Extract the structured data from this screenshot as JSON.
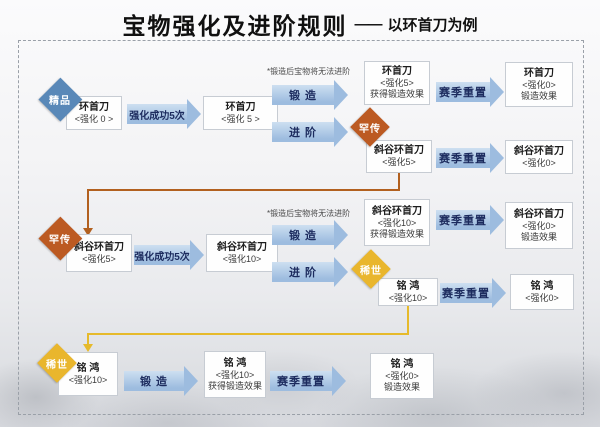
{
  "title": {
    "main": "宝物强化及进阶规则",
    "dash": "——",
    "sub": "以环首刀为例"
  },
  "note": "*锻造后宝物将无法进阶",
  "labels": {
    "enhance": "强化成功5次",
    "forge": "锻 造",
    "advance": "进 阶",
    "reset": "赛季重置"
  },
  "tiers": {
    "t1": "精品",
    "t2": "罕传",
    "t3": "稀世"
  },
  "nodes": {
    "r1_start": {
      "l1": "环首刀",
      "l2": "<强化 0 >"
    },
    "r1_enhanced": {
      "l1": "环首刀",
      "l2": "<强化 5 >"
    },
    "r1_forged": {
      "l1": "环首刀",
      "l2": "<强化5>",
      "l3": "获得锻造效果"
    },
    "r1_forged_reset": {
      "l1": "环首刀",
      "l2": "<强化0>",
      "l3": "锻造效果"
    },
    "r1_advanced": {
      "l1": "斜谷环首刀",
      "l2": "<强化5>"
    },
    "r1_advanced_reset": {
      "l1": "斜谷环首刀",
      "l2": "<强化0>"
    },
    "r2_start": {
      "l1": "斜谷环首刀",
      "l2": "<强化5>"
    },
    "r2_enhanced": {
      "l1": "斜谷环首刀",
      "l2": "<强化10>"
    },
    "r2_forged": {
      "l1": "斜谷环首刀",
      "l2": "<强化10>",
      "l3": "获得锻造效果"
    },
    "r2_forged_reset": {
      "l1": "斜谷环首刀",
      "l2": "<强化0>",
      "l3": "锻造效果"
    },
    "r2_advanced": {
      "l1": "铭 鸿",
      "l2": "<强化10>"
    },
    "r2_advanced_reset": {
      "l1": "铭 鸿",
      "l2": "<强化0>"
    },
    "r3_start": {
      "l1": "铭 鸿",
      "l2": "<强化10>"
    },
    "r3_forged": {
      "l1": "铭 鸿",
      "l2": "<强化10>",
      "l3": "获得锻造效果"
    },
    "r3_forged_reset": {
      "l1": "铭 鸿",
      "l2": "<强化0>",
      "l3": "锻造效果"
    }
  },
  "colors": {
    "tier_fine": "#5988b8",
    "tier_rare": "#bc5a22",
    "tier_epic": "#e9b62d",
    "arrow": "#9dbcdf",
    "arrow_text": "#1c2b5e",
    "connector_rare": "#b2601f",
    "connector_epic": "#e6ba2b"
  }
}
